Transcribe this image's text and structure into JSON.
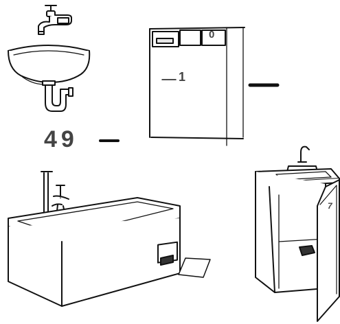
{
  "labels": {
    "sink_size": "49",
    "machine_item": "1",
    "machine_marker": "0",
    "cabinet_marker": "7"
  },
  "colors": {
    "line": "#111111",
    "label": "#444444",
    "fill": "#ffffff",
    "shade": "#e6e6e6"
  }
}
